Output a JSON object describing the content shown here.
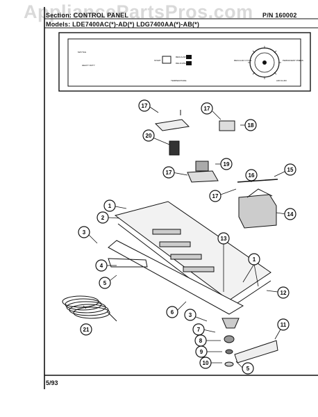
{
  "watermark": "AppliancePartsPros.com",
  "header": {
    "section": "Section: CONTROL PANEL",
    "models": "Models: LDE7400AC(*)-AD(*) LDG7400AA(*)-AB(*)",
    "part_number": "P/N 160002"
  },
  "control_panel": {
    "brand": "MAYTAG",
    "left_caption": "HEAVY DUTY",
    "start_label": "START",
    "temp_labels": [
      "REGULAR",
      "DELICATE"
    ],
    "bottom_caption": "TEMPERATURE",
    "timer_left_label": "REGULAR CYCLE",
    "timer_right_label": "PERMANENT PRESS",
    "timer_bottom_label": "AIR FLUFF"
  },
  "callouts": [
    "1",
    "2",
    "3",
    "4",
    "5",
    "5",
    "6",
    "7",
    "8",
    "9",
    "10",
    "11",
    "12",
    "13",
    "14",
    "15",
    "16",
    "17",
    "17",
    "17",
    "17",
    "18",
    "19",
    "20",
    "21"
  ],
  "footer": {
    "date": "5/93"
  }
}
